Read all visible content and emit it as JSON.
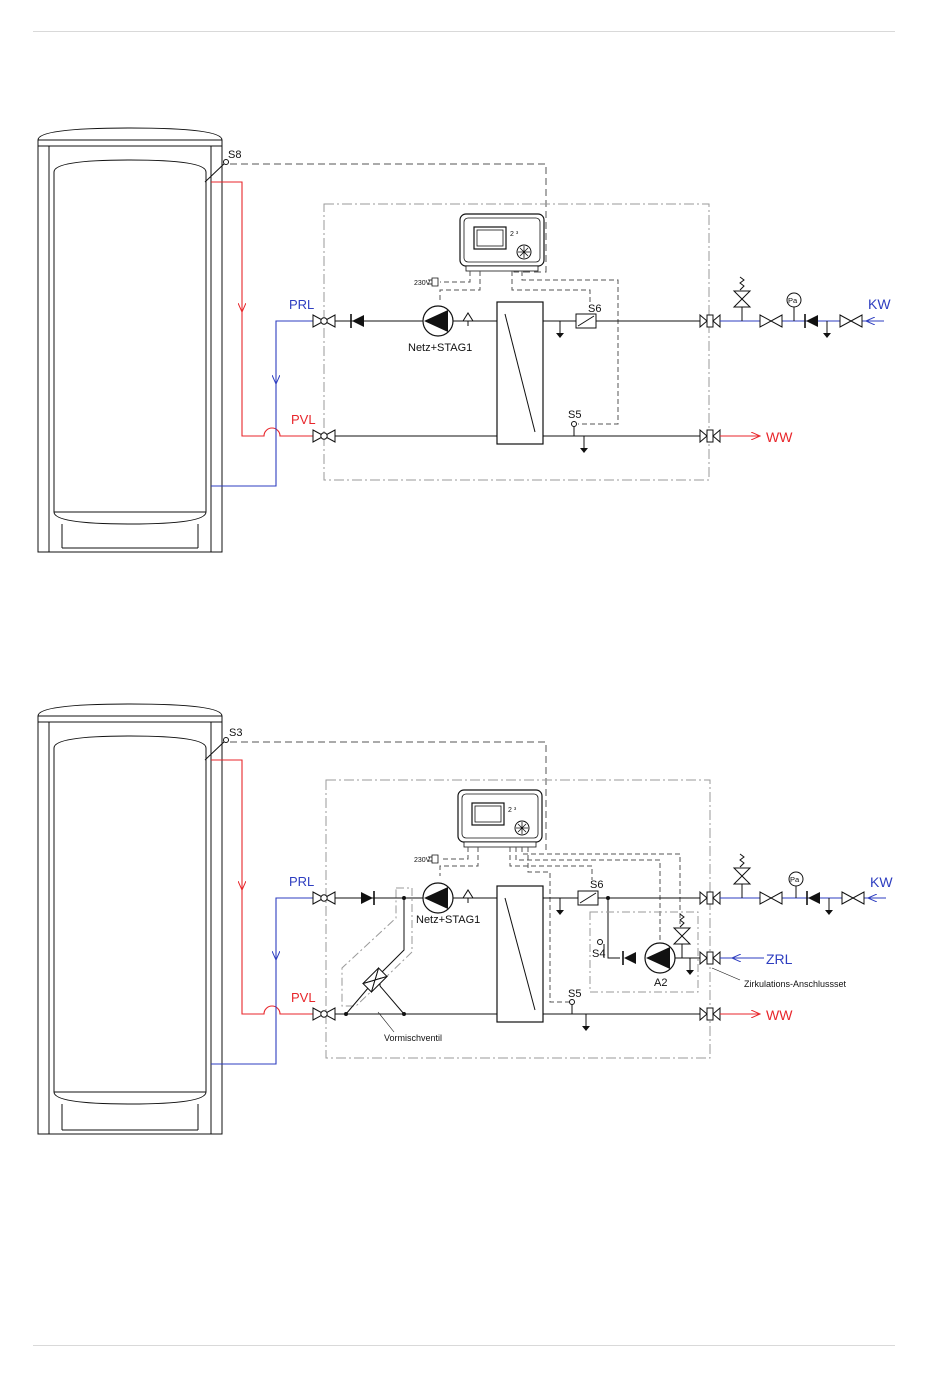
{
  "colors": {
    "flow": "#e8262b",
    "return": "#2e3ec0",
    "line": "#111111",
    "dash": "#555555",
    "frame": "#9a9a9a"
  },
  "diagram1": {
    "s8": "S8",
    "prl": "PRL",
    "pvl": "PVL",
    "kw": "KW",
    "ww": "WW",
    "s6": "S6",
    "s5": "S5",
    "pump": "Netz+STAG1",
    "v230": "230V",
    "pa": "Pa"
  },
  "diagram2": {
    "s3": "S3",
    "prl": "PRL",
    "pvl": "PVL",
    "kw": "KW",
    "ww": "WW",
    "zrl": "ZRL",
    "s6": "S6",
    "s5": "S5",
    "s4": "S4",
    "a2": "A2",
    "pump": "Netz+STAG1",
    "v230": "230V",
    "pa": "Pa",
    "vormisch": "Vormischventil",
    "zirk": "Zirkulations-Anschlussset"
  }
}
